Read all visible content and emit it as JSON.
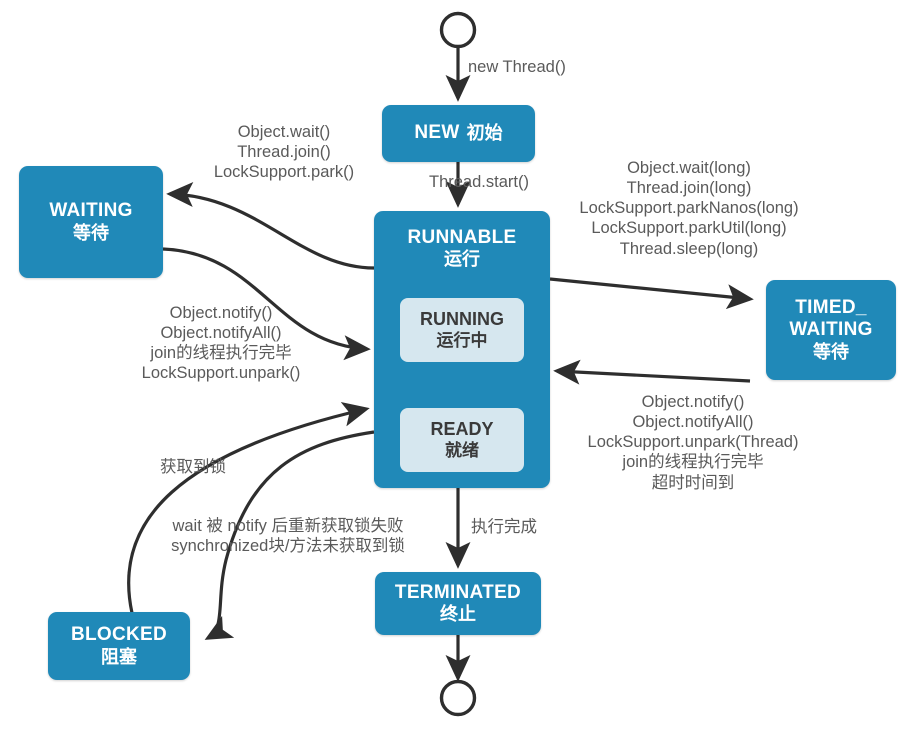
{
  "diagram": {
    "title": "Java Thread State Transition Diagram",
    "colors": {
      "node_fill": "#2089b8",
      "subnode_fill": "#d6e7ef",
      "node_text": "#ffffff",
      "subnode_text": "#3a3a3a",
      "edge": "#2e2e2e",
      "inner_edge": "#f5f125",
      "label_text": "#5a5a5a"
    },
    "nodes": {
      "start": {
        "name": "start-circle",
        "shape": "circle"
      },
      "end": {
        "name": "end-circle",
        "shape": "circle"
      },
      "new": {
        "en": "NEW",
        "cn": "初始"
      },
      "runnable": {
        "en": "RUNNABLE",
        "cn": "运行"
      },
      "running": {
        "en": "RUNNING",
        "cn": "运行中"
      },
      "ready": {
        "en": "READY",
        "cn": "就绪"
      },
      "waiting": {
        "en": "WAITING",
        "cn": "等待"
      },
      "timed_waiting": {
        "en1": "TIMED_",
        "en2": "WAITING",
        "cn": "等待"
      },
      "blocked": {
        "en": "BLOCKED",
        "cn": "阻塞"
      },
      "terminated": {
        "en": "TERMINATED",
        "cn": "终止"
      }
    },
    "edge_labels": {
      "new_thread": "new Thread()",
      "thread_start": "Thread.start()",
      "to_waiting": "Object.wait()\nThread.join()\nLockSupport.park()",
      "from_waiting": "Object.notify()\nObject.notifyAll()\njoin的线程执行完毕\nLockSupport.unpark()",
      "to_timed_waiting": "Object.wait(long)\nThread.join(long)\nLockSupport.parkNanos(long)\nLockSupport.parkUtil(long)\nThread.sleep(long)",
      "from_timed_waiting": "Object.notify()\nObject.notifyAll()\nLockSupport.unpark(Thread)\njoin的线程执行完毕\n超时时间到",
      "got_lock": "获取到锁",
      "to_blocked": "wait 被 notify 后重新获取锁失败\nsynchronized块/方法未获取到锁",
      "finished": "执行完成"
    }
  }
}
